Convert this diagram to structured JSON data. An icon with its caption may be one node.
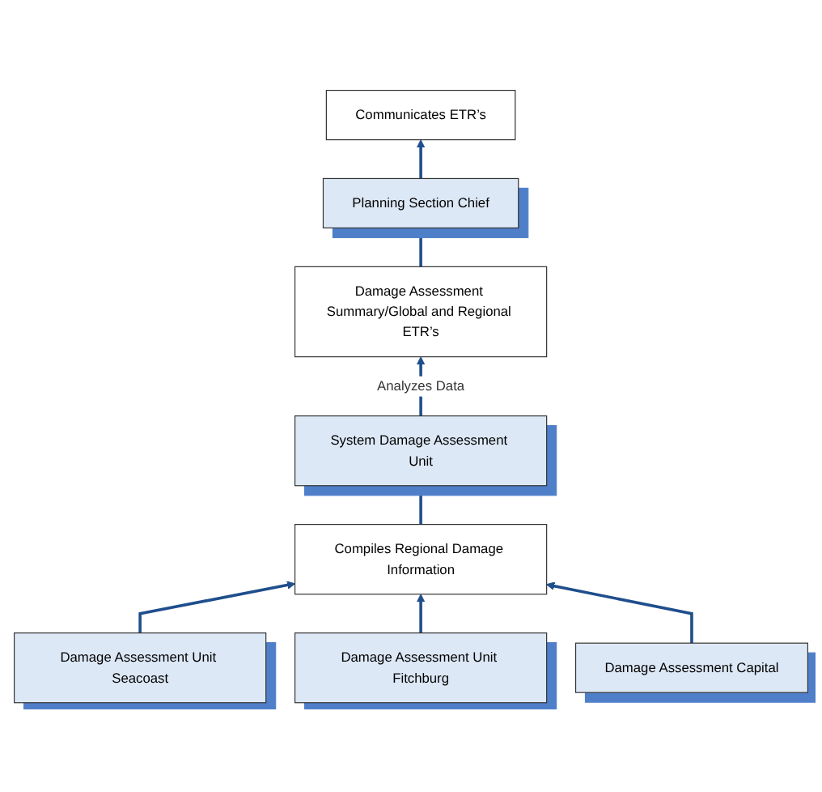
{
  "diagram": {
    "nodes": [
      {
        "text": [
          "Planning Section Chief"
        ]
      },
      {
        "text": [
          "Communicates ETR’s"
        ]
      },
      {
        "text": [
          "Damage Assessment Summary/Global and Regional ETR’s"
        ]
      },
      {
        "text": [
          "System Damage Assessment Unit"
        ]
      },
      {
        "text": [
          "Compiles Regional Damage Information"
        ]
      },
      {
        "text": [
          "Damage Assessment Unit Seacoast"
        ]
      },
      {
        "text": [
          "Damage Assessment Unit Fitchburg"
        ]
      },
      {
        "text": [
          "Damage Assessment Capital"
        ]
      }
    ],
    "edges": [
      {
        "from": 0,
        "to": 1,
        "arrow": "to"
      },
      {
        "from": 2,
        "to": 0,
        "arrow": "to"
      },
      {
        "from": 3,
        "to": 2,
        "arrow": "to",
        "label": "Analyzes Data"
      },
      {
        "from": 4,
        "to": 3,
        "arrow": "to"
      },
      {
        "from": 5,
        "to": 4,
        "arrow": "to"
      },
      {
        "from": 6,
        "to": 4,
        "arrow": "to"
      },
      {
        "from": 7,
        "to": 4,
        "arrow": "to"
      }
    ]
  }
}
